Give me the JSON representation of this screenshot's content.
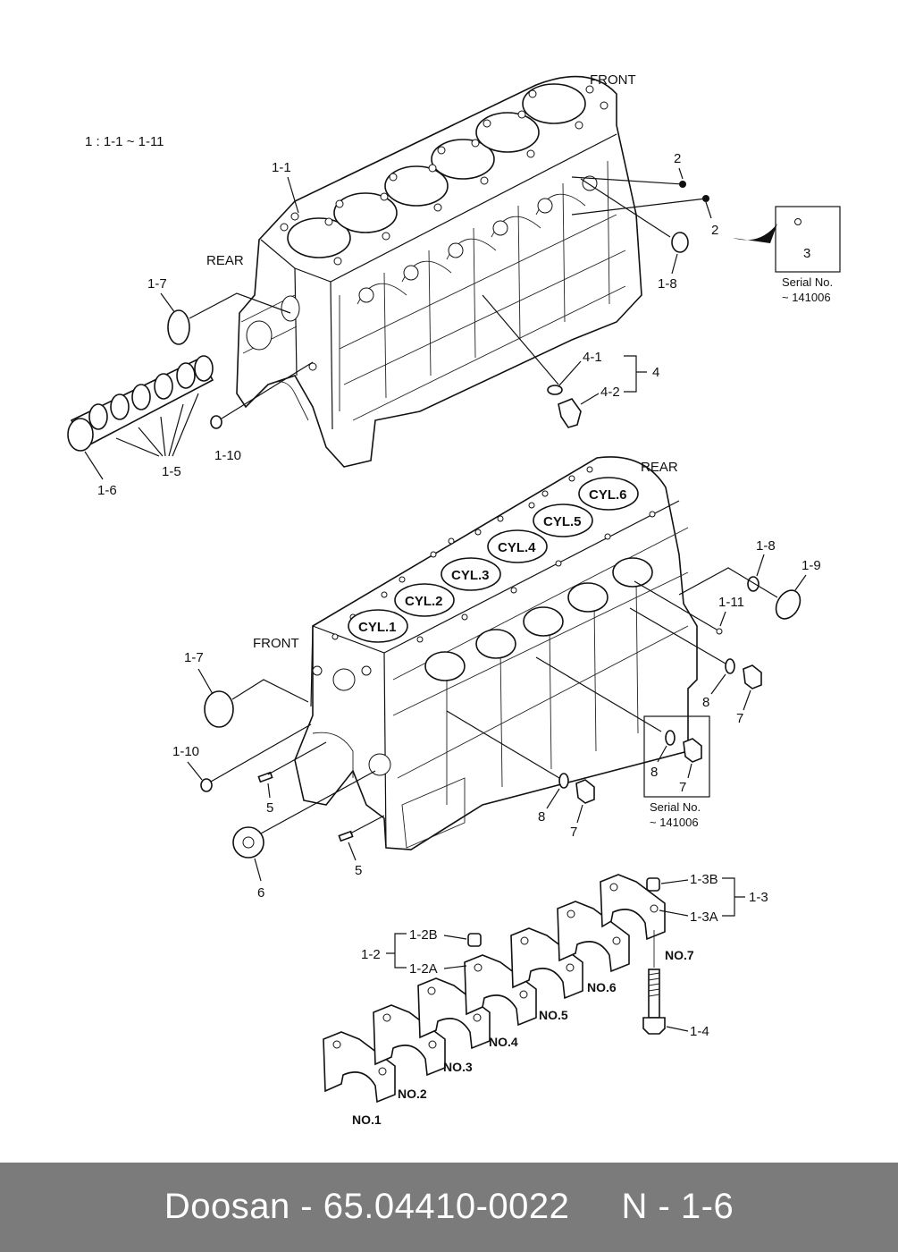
{
  "diagram": {
    "range_note": "1  : 1-1 ~ 1-11",
    "upper": {
      "front": "FRONT",
      "rear": "REAR",
      "labels": {
        "l_1_1": "1-1",
        "l_2a": "2",
        "l_2b": "2",
        "l_3": "3",
        "l_1_7": "1-7",
        "l_1_8": "1-8",
        "l_4_1": "4-1",
        "l_4": "4",
        "l_4_2": "4-2",
        "l_1_10": "1-10",
        "l_1_5": "1-5",
        "l_1_6": "1-6"
      },
      "serial_line1": "Serial No.",
      "serial_line2": "~ 141006"
    },
    "lower": {
      "front": "FRONT",
      "rear": "REAR",
      "cylinders": [
        "CYL.1",
        "CYL.2",
        "CYL.3",
        "CYL.4",
        "CYL.5",
        "CYL.6"
      ],
      "labels": {
        "l_1_7": "1-7",
        "l_1_10": "1-10",
        "l_5a": "5",
        "l_5b": "5",
        "l_6": "6",
        "l_1_8": "1-8",
        "l_1_9": "1-9",
        "l_1_11": "1-11",
        "l_8a": "8",
        "l_7a": "7",
        "l_8b": "8",
        "l_7b": "7",
        "l_8c": "8",
        "l_7c": "7"
      },
      "serial_line1": "Serial No.",
      "serial_line2": "~ 141006"
    },
    "caps": {
      "items": [
        "NO.1",
        "NO.2",
        "NO.3",
        "NO.4",
        "NO.5",
        "NO.6",
        "NO.7"
      ],
      "labels": {
        "l_1_2": "1-2",
        "l_1_2b": "1-2B",
        "l_1_2a": "1-2A",
        "l_1_3": "1-3",
        "l_1_3b": "1-3B",
        "l_1_3a": "1-3A",
        "l_1_4": "1-4"
      }
    }
  },
  "footer": {
    "text": "Doosan - 65.04410-0022     N - 1-6",
    "background": "#7b7b7b",
    "color": "#ffffff"
  }
}
